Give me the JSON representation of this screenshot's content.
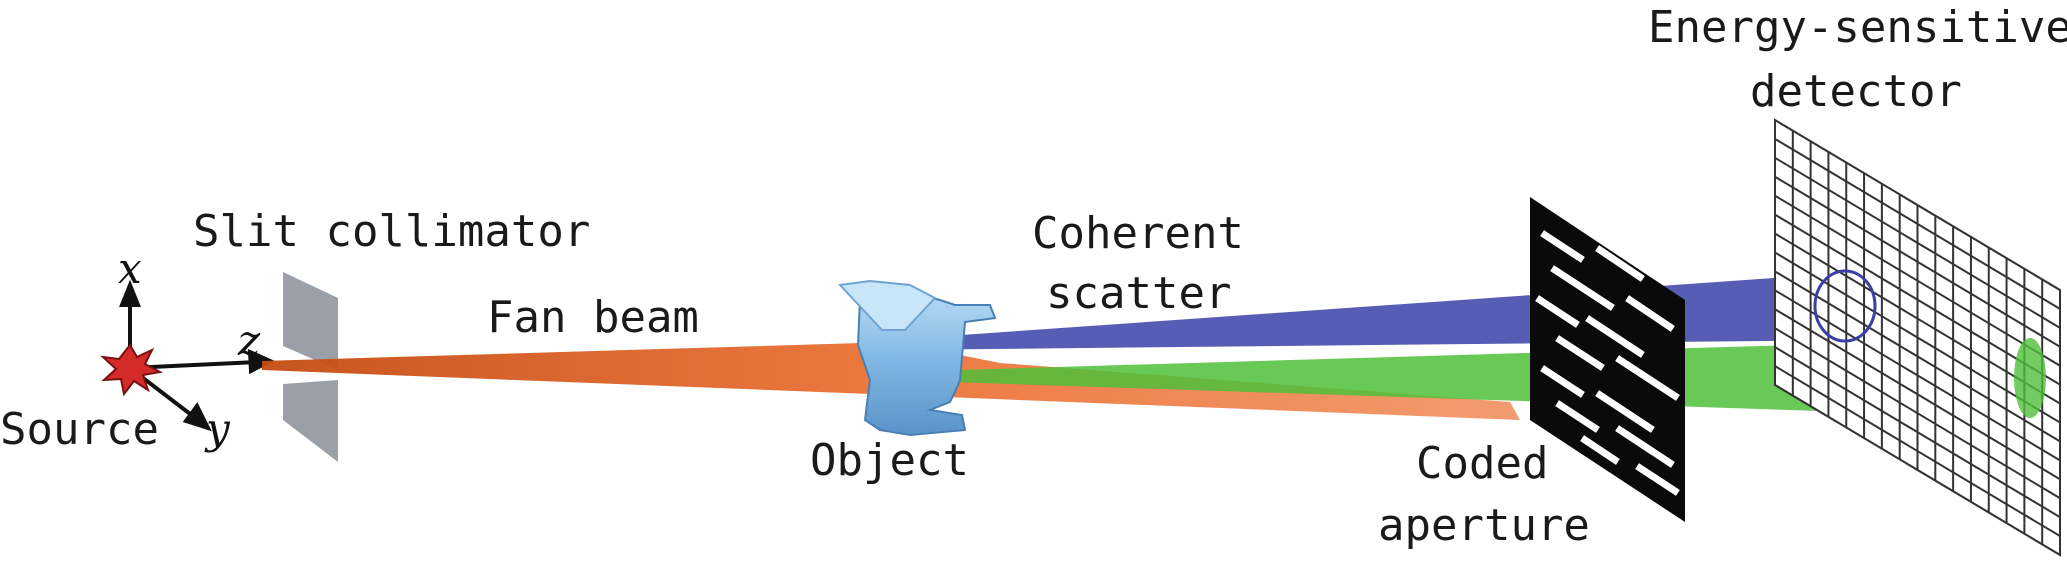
{
  "labels": {
    "source": "Source",
    "slit_collimator": "Slit collimator",
    "fan_beam": "Fan beam",
    "object": "Object",
    "coherent": "Coherent",
    "scatter": "scatter",
    "coded": "Coded",
    "aperture": "aperture",
    "energy_sensitive": "Energy-sensitive",
    "detector": "detector"
  },
  "axes": {
    "x": "x",
    "y": "y",
    "z": "z"
  },
  "colors": {
    "fan_beam": "#ea6a2a",
    "scatter_blue": "#3a3fa8",
    "scatter_green": "#4fbf3a",
    "object": "#8ec3ea",
    "collimator": "#8a8f99",
    "source_burst": "#d42a2a",
    "aperture": "#0a0a0a",
    "detector_grid": "#333333"
  }
}
